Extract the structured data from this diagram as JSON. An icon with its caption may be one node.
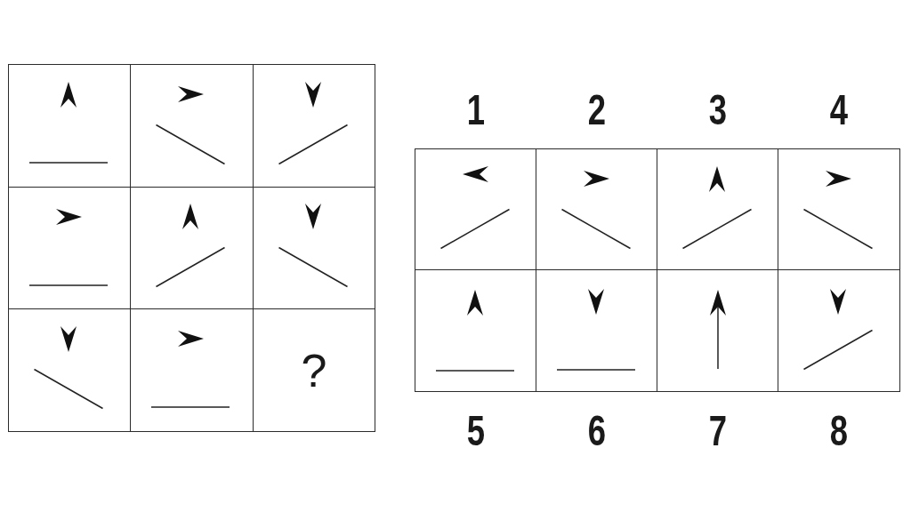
{
  "diagram": {
    "nodes": [
      {
        "text": [],
        "shape": "box"
      },
      {
        "text": [],
        "shape": "box"
      },
      {
        "text": [],
        "shape": "box"
      },
      {
        "text": [],
        "shape": "box"
      },
      {
        "text": [],
        "shape": "box"
      },
      {
        "text": [],
        "shape": "box"
      },
      {
        "text": [],
        "shape": "box"
      },
      {
        "text": [],
        "shape": "box"
      },
      {
        "text": [
          "?"
        ]
      },
      {
        "text": [],
        "shape": "box",
        "beside": [
          "1"
        ]
      },
      {
        "text": [],
        "shape": "box",
        "beside": [
          "2"
        ]
      },
      {
        "text": [],
        "shape": "box",
        "beside": [
          "3"
        ]
      },
      {
        "text": [],
        "shape": "box",
        "beside": [
          "4"
        ]
      },
      {
        "text": [],
        "shape": "box",
        "beside": [
          "5"
        ]
      },
      {
        "text": [],
        "shape": "box",
        "beside": [
          "6"
        ]
      },
      {
        "text": [],
        "shape": "box",
        "beside": [
          "7"
        ]
      },
      {
        "text": [],
        "shape": "box",
        "beside": [
          "8"
        ]
      }
    ]
  }
}
